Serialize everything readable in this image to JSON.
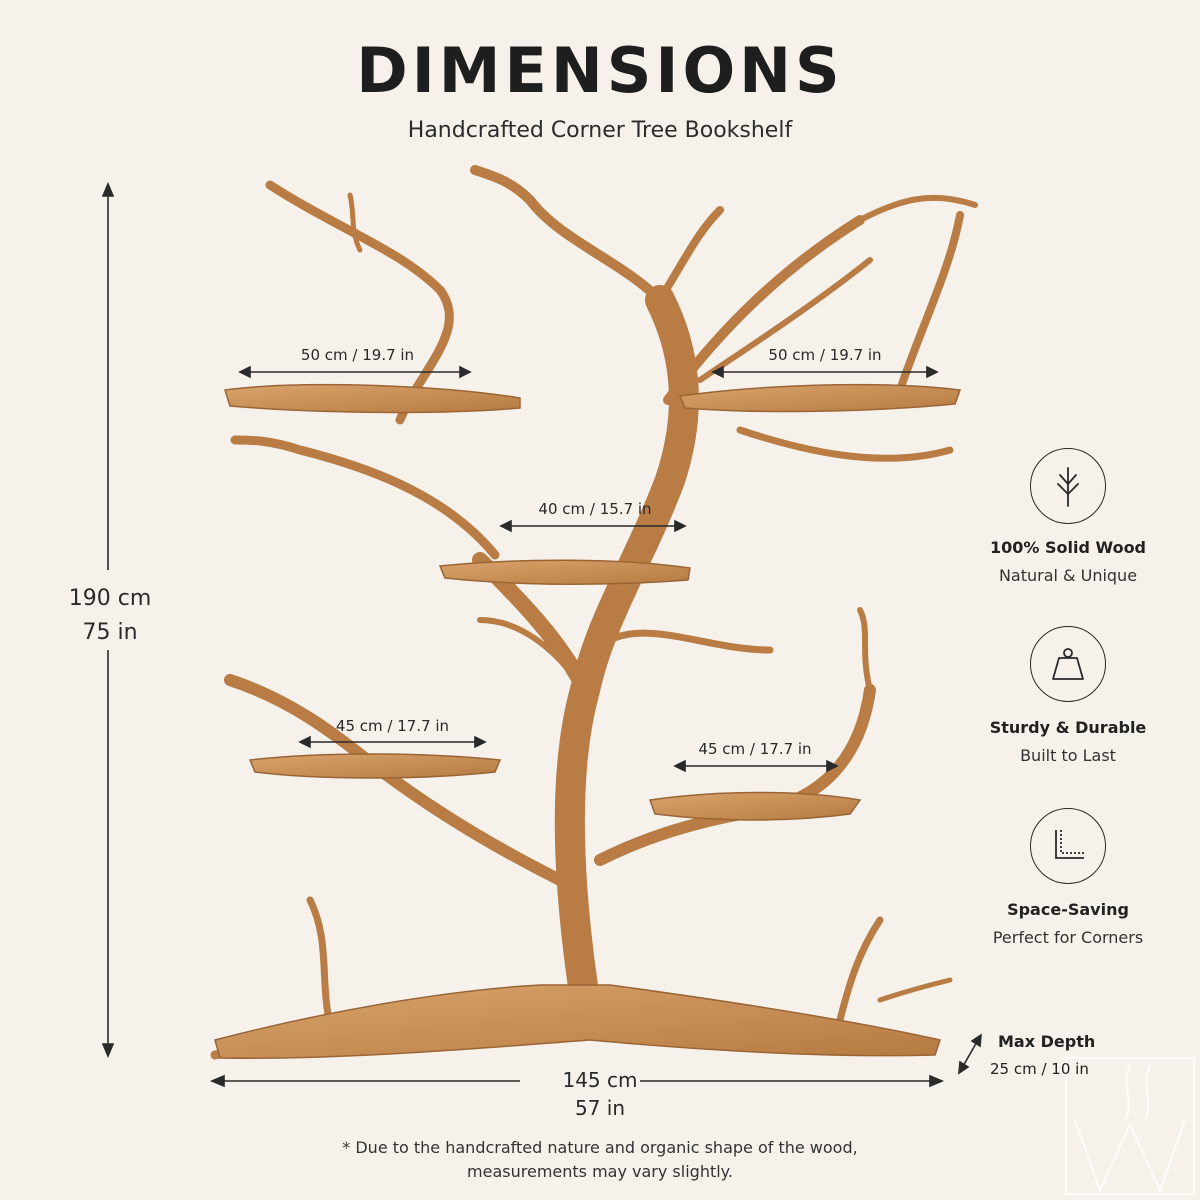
{
  "header": {
    "title": "DIMENSIONS",
    "subtitle": "Handcrafted Corner Tree Bookshelf"
  },
  "measurements": {
    "shelf_top_left": "50 cm / 19.7 in",
    "shelf_top_right": "50 cm / 19.7 in",
    "shelf_middle": "40 cm / 15.7 in",
    "shelf_lower_left": "45 cm / 17.7 in",
    "shelf_lower_right": "45 cm / 17.7 in",
    "height_cm": "190 cm",
    "height_in": "75 in",
    "width_cm": "145 cm",
    "width_in": "57 in",
    "depth_title": "Max Depth",
    "depth_value": "25 cm / 10 in"
  },
  "features": [
    {
      "icon": "tree-branch-icon",
      "title": "100% Solid Wood",
      "subtitle": "Natural & Unique"
    },
    {
      "icon": "weight-icon",
      "title": "Sturdy & Durable",
      "subtitle": "Built to Last"
    },
    {
      "icon": "corner-icon",
      "title": "Space-Saving",
      "subtitle": "Perfect for Corners"
    }
  ],
  "footnote": {
    "line1": "* Due to the handcrafted nature and organic shape of the wood,",
    "line2": "measurements may vary slightly."
  },
  "colors": {
    "background": "#f6f1ea",
    "wood": "#c98f55",
    "wood_dark": "#8a5a2e",
    "text": "#222222"
  }
}
